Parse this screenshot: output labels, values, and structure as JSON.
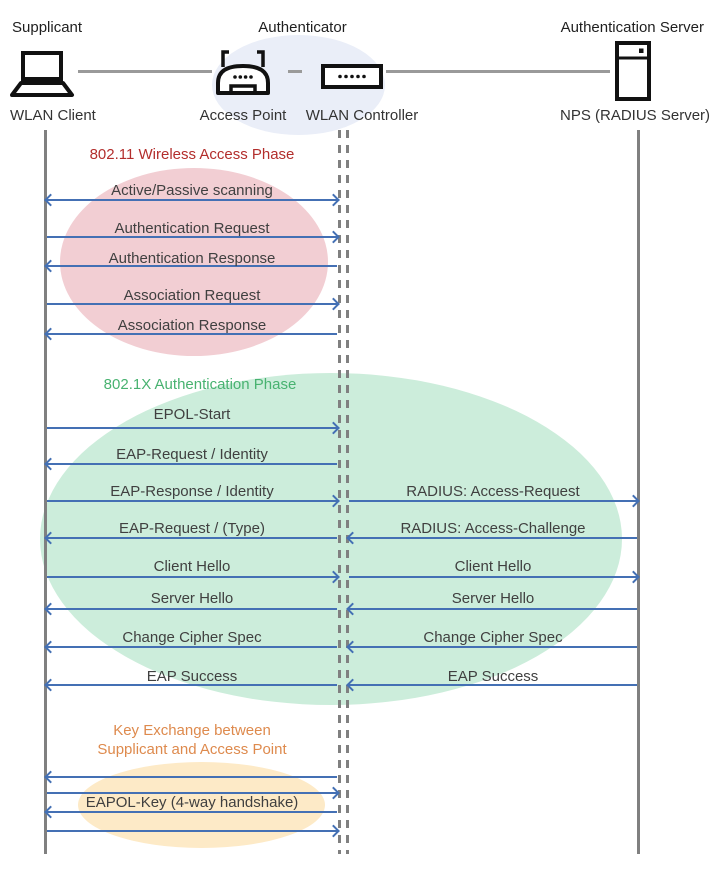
{
  "header": {
    "roles": {
      "supplicant": "Supplicant",
      "authenticator": "Authenticator",
      "auth_server": "Authentication Server"
    },
    "devices": {
      "wlan_client": "WLAN Client",
      "access_point": "Access Point",
      "wlan_controller": "WLAN Controller",
      "nps": "NPS (RADIUS Server)"
    }
  },
  "phases": [
    {
      "title": "802.11 Wireless Access Phase"
    },
    {
      "title": "802.1X Authentication Phase"
    },
    {
      "title_line1": "Key Exchange between",
      "title_line2": "Supplicant and Access Point"
    }
  ],
  "left_messages": [
    {
      "label": "Active/Passive scanning",
      "direction": "bidirectional"
    },
    {
      "label": "Authentication Request",
      "direction": "right"
    },
    {
      "label": "Authentication Response",
      "direction": "left"
    },
    {
      "label": "Association Request",
      "direction": "right"
    },
    {
      "label": "Association Response",
      "direction": "left"
    },
    {
      "label": "EPOL-Start",
      "direction": "right"
    },
    {
      "label": "EAP-Request / Identity",
      "direction": "left"
    },
    {
      "label": "EAP-Response / Identity",
      "direction": "right"
    },
    {
      "label": "EAP-Request / (Type)",
      "direction": "left"
    },
    {
      "label": "Client Hello",
      "direction": "right"
    },
    {
      "label": "Server Hello",
      "direction": "left"
    },
    {
      "label": "Change Cipher Spec",
      "direction": "left"
    },
    {
      "label": "EAP Success",
      "direction": "left"
    },
    {
      "label": "EAPOL-Key (4-way handshake)",
      "direction": "left,right,left,right"
    }
  ],
  "right_messages": [
    {
      "label": "RADIUS: Access-Request",
      "direction": "right"
    },
    {
      "label": "RADIUS: Access-Challenge",
      "direction": "left"
    },
    {
      "label": "Client Hello",
      "direction": "right"
    },
    {
      "label": "Server Hello",
      "direction": "left"
    },
    {
      "label": "Change Cipher Spec",
      "direction": "left"
    },
    {
      "label": "EAP Success",
      "direction": "left"
    }
  ],
  "colors": {
    "arrow": "#4470B4",
    "lifeline": "#808080",
    "text": "#404040",
    "phase1_text": "#B32E2C",
    "phase2_text": "#48B270",
    "phase3_text": "#DE8A4D",
    "phase1_fill": "#F2CED3",
    "phase2_fill": "#CCEDDB",
    "phase3_fill": "#FDEAC7",
    "authenticator_fill": "#EAEEF8"
  }
}
